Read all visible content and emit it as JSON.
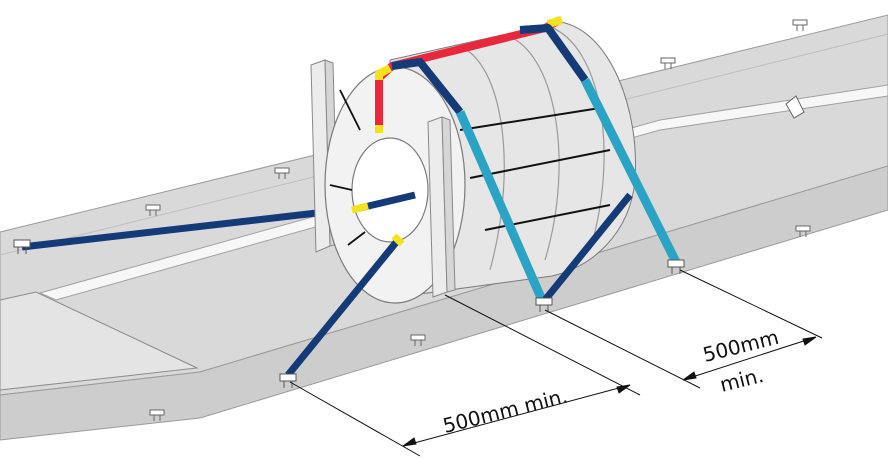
{
  "colors": {
    "background": "#ffffff",
    "deck_top": "#d9d9d9",
    "deck_side": "#cfcfcf",
    "deck_edge": "#9a9a9a",
    "coil_face": "#f2f2f2",
    "coil_body": "#e6e6e6",
    "coil_shadow": "#d2d2d2",
    "lashing_dark": "#143a78",
    "lashing_light": "#2aa3c4",
    "strap_red": "#e8283c",
    "strap_yellow": "#f5e21a",
    "post": "#e9e9e9",
    "dimension_line": "#111111"
  },
  "icons": [
    "lashing-point-icon",
    "bolt-clip-icon"
  ],
  "dimensions": {
    "front": {
      "label": "500mm min."
    },
    "rear": {
      "line1": "500mm",
      "line2": "min."
    }
  }
}
